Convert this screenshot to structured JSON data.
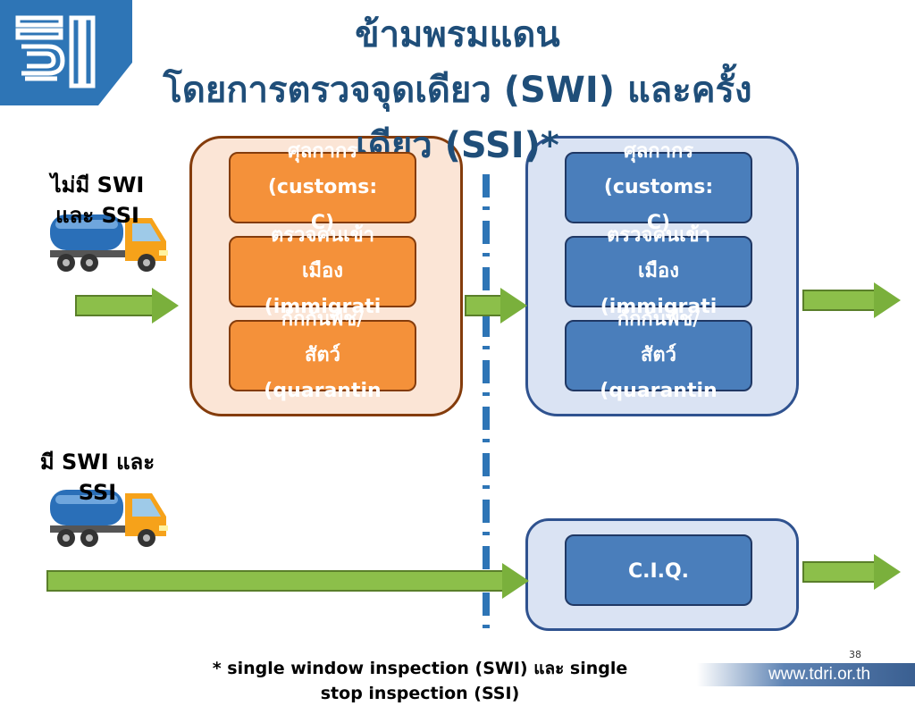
{
  "title": {
    "line1": "ข้ามพรมแดน",
    "line2": "โดยการตรวจจุดเดียว (SWI) และครั้ง",
    "line3": "เดียว (SSI)*"
  },
  "labels": {
    "no_swi": "ไม่มี SWI\nและ SSI",
    "with_swi": "มี SWI และ\nSSI"
  },
  "left_boxes": [
    {
      "text": "ศุลกากร\n(customs:\nC)"
    },
    {
      "text": "ตรวจคนเข้า\nเมือง\n(immigrati\non:I)"
    },
    {
      "text": "กักกันพืช/\nสัตว์\n(quarantin\ne:Q)"
    }
  ],
  "right_boxes": [
    {
      "text": "ศุลกากร\n(customs:\nC)"
    },
    {
      "text": "ตรวจคนเข้า\nเมือง\n(immigrati\non:I)"
    },
    {
      "text": "กักกันพืช/\nสัตว์\n(quarantin\ne:Q)"
    }
  ],
  "ciq_box": {
    "text": "C.I.Q."
  },
  "footnote": "* single window inspection (SWI) และ single\nstop inspection (SSI)",
  "page_number": "38",
  "footer_url": "www.tdri.or.th",
  "icons": {
    "logo": "tdri-logo",
    "truck": "truck-icon",
    "arrow": "right-arrow-icon"
  },
  "colors": {
    "title": "#1f4e79",
    "orange_box": "#f4913a",
    "blue_box": "#4a7ebb",
    "arrow": "#8cbf4a",
    "divider": "#2e75b6"
  }
}
